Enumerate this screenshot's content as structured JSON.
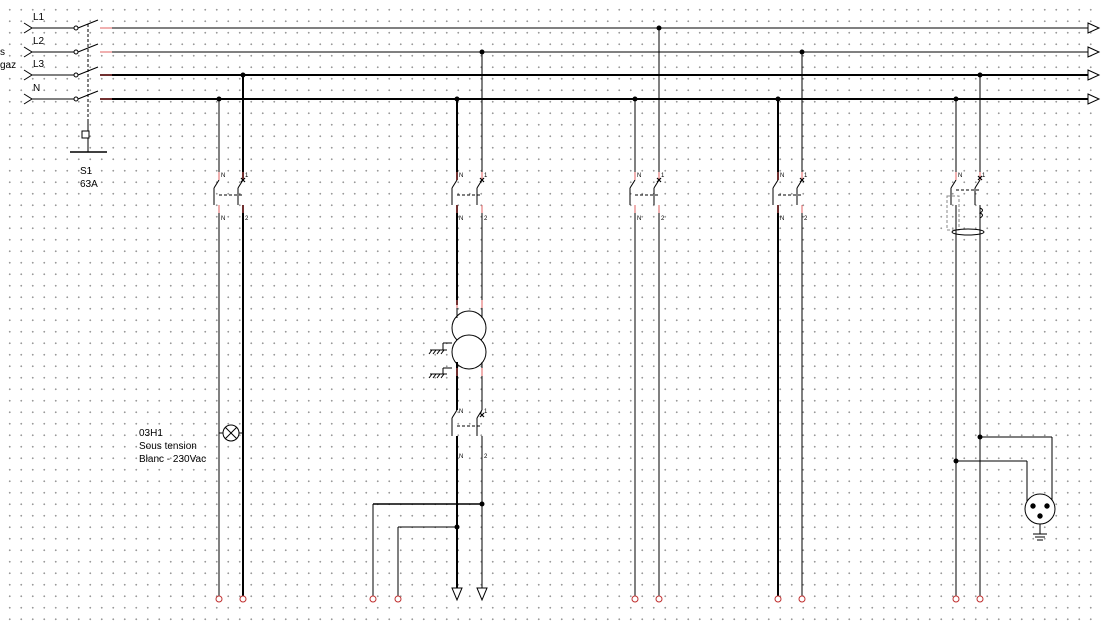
{
  "bus": {
    "lines": [
      {
        "id": "L1",
        "label": "L1"
      },
      {
        "id": "L2",
        "label": "L2"
      },
      {
        "id": "L3",
        "label": "L3"
      },
      {
        "id": "N",
        "label": "N"
      }
    ],
    "cut_labels": [
      "s",
      "gaz"
    ]
  },
  "main_switch": {
    "ref": "S1",
    "rating": "63A"
  },
  "lamp": {
    "ref": "03H1",
    "desc": "Sous tension",
    "color": "Blanc - 230Vac"
  },
  "pins": {
    "n": "N",
    "one": "1",
    "two": "2"
  }
}
